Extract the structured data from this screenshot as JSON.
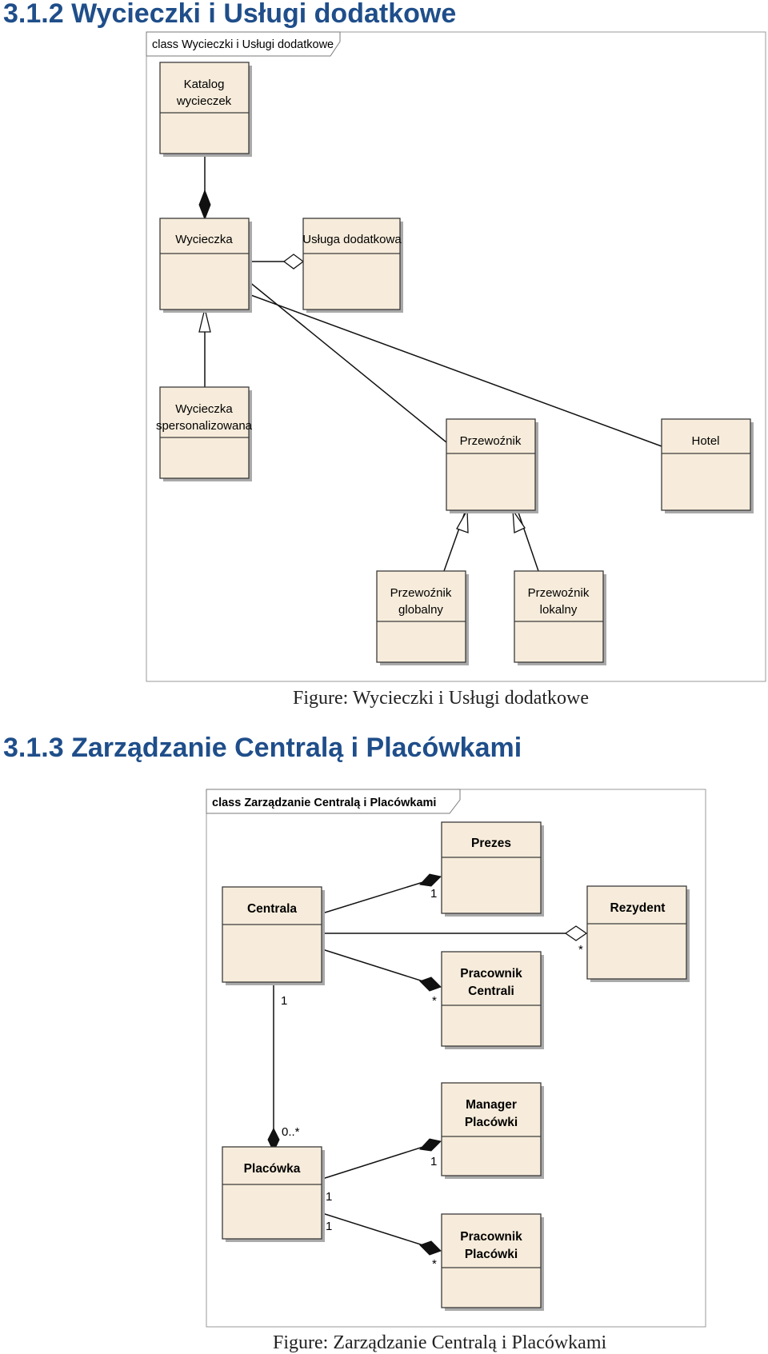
{
  "section1": {
    "heading": "3.1.2 Wycieczki i Usługi dodatkowe",
    "frame_label": "class Wycieczki i Usługi dodatkowe",
    "caption": "Figure: Wycieczki i Usługi dodatkowe",
    "classes": {
      "katalog": [
        "Katalog",
        "wycieczek"
      ],
      "wycieczka": [
        "Wycieczka"
      ],
      "usluga": [
        "Usługa dodatkowa"
      ],
      "spersonalizowana": [
        "Wycieczka",
        "spersonalizowana"
      ],
      "przewoznik": [
        "Przewoźnik"
      ],
      "hotel": [
        "Hotel"
      ],
      "przewoznik_globalny": [
        "Przewoźnik",
        "globalny"
      ],
      "przewoznik_lokalny": [
        "Przewoźnik",
        "lokalny"
      ]
    }
  },
  "section2": {
    "heading": "3.1.3 Zarządzanie Centralą i Placówkami",
    "frame_label": "class Zarządzanie Centralą i Placówkami",
    "caption": "Figure: Zarządzanie Centralą i Placówkami",
    "classes": {
      "prezes": [
        "Prezes"
      ],
      "centrala": [
        "Centrala"
      ],
      "rezydent": [
        "Rezydent"
      ],
      "pracownik_centrali": [
        "Pracownik",
        "Centrali"
      ],
      "manager_placowki": [
        "Manager",
        "Placówki"
      ],
      "placowka": [
        "Placówka"
      ],
      "pracownik_placowki": [
        "Pracownik",
        "Placówki"
      ]
    },
    "multiplicities": {
      "prezes_end": "1",
      "rezydent_end": "*",
      "centrala_to_placowka_start": "1",
      "pracownik_centrali_end": "*",
      "placowka_end": "0..*",
      "manager_end": "1",
      "placowka_to_manager_start": "1",
      "placowka_to_pracownik_start": "1",
      "pracownik_placowki_end": "*"
    }
  }
}
